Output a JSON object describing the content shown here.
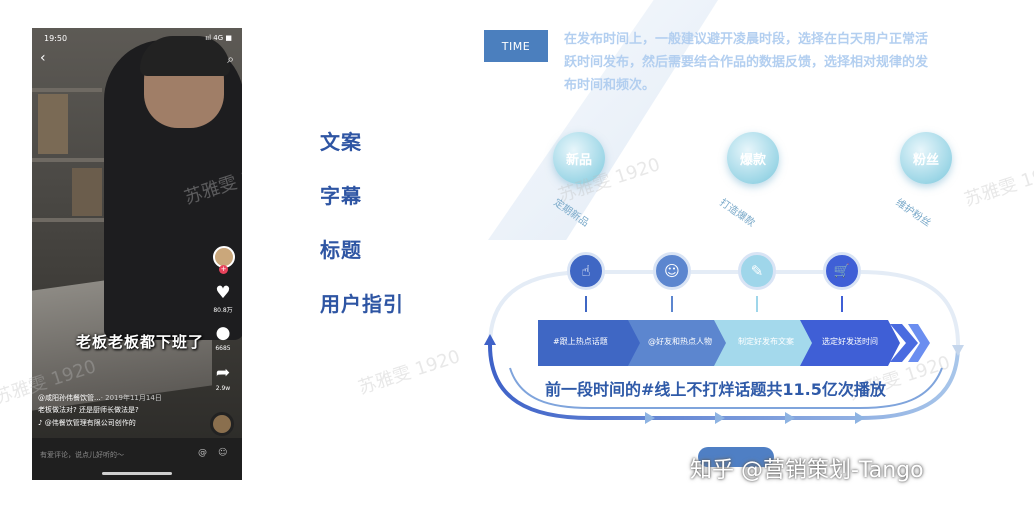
{
  "phone": {
    "status_time": "19:50",
    "status_signal": "ııl 4G ■",
    "caption": "老板老板都下班了",
    "side_counts": {
      "like": "80.8万",
      "comment": "6685",
      "share": "2.9w"
    },
    "author": "@咸阳孙伟餐饮管...",
    "date": "· 2019年11月14日",
    "desc": "老板做法对? 还是厨师长做法是?",
    "music": "♪ @伟餐饮管理有限公司创作的",
    "comment_placeholder": "有爱评论，说点儿好听的～",
    "watermark": "苏雅雯 1920"
  },
  "middle": {
    "labels": [
      "文案",
      "字幕",
      "标题",
      "用户指引"
    ]
  },
  "info": {
    "time_label": "TIME",
    "time_text": "在发布时间上，一般建议避开凌晨时段，选择在白天用户正常活跃时间发布，然后需要结合作品的数据反馈，选择相对规律的发布时间和频次。",
    "circles": [
      {
        "label": "新品",
        "sub": "定期新品"
      },
      {
        "label": "爆款",
        "sub": "打造爆款"
      },
      {
        "label": "粉丝",
        "sub": "维护粉丝"
      }
    ],
    "watermark": "苏雅雯 1920",
    "nodes": [
      {
        "icon": "hand-touch-icon",
        "glyph": "☝"
      },
      {
        "icon": "user-icon",
        "glyph": "☺"
      },
      {
        "icon": "tag-icon",
        "glyph": "✎"
      },
      {
        "icon": "cart-icon",
        "glyph": "🛒"
      }
    ],
    "steps": [
      "#跟上热点话题",
      "@好友和热点人物",
      "制定好发布文案",
      "选定好发送时间"
    ],
    "step_colors": [
      "#3f67c4",
      "#5c86cf",
      "#9fd6ea",
      "#3f5fd6"
    ],
    "headline": "前一段时间的#线上不打烊话题共11.5亿次播放"
  },
  "footer": {
    "credit": "知乎 @营销策划-Tango"
  }
}
